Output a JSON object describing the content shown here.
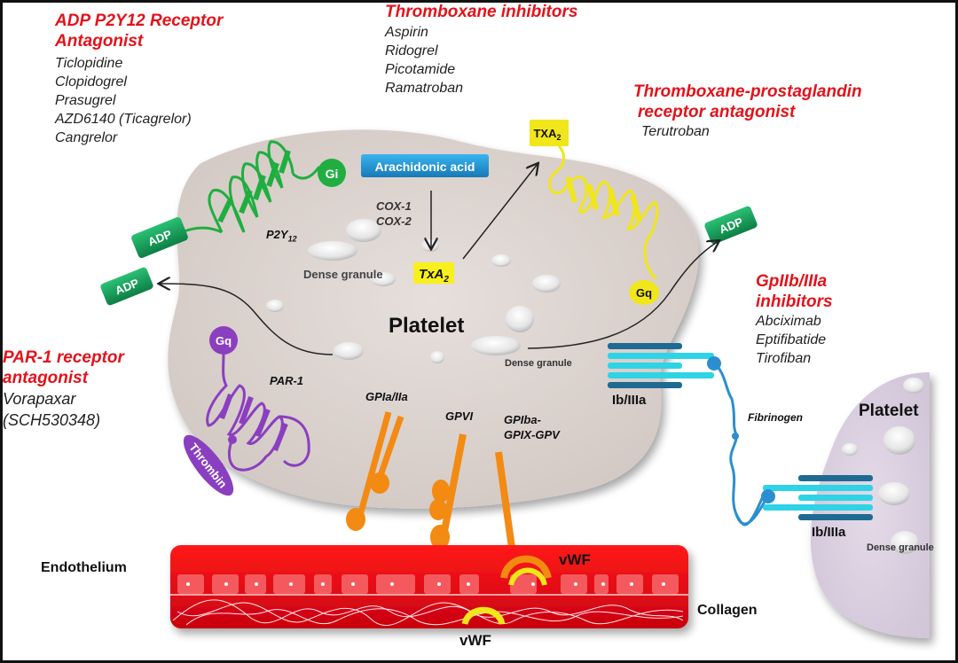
{
  "drug_classes": {
    "p2y12": {
      "title_line1": "ADP P2Y12 Receptor",
      "title_line2": "Antagonist",
      "drugs": [
        "Ticlopidine",
        "Clopidogrel",
        "Prasugrel",
        "AZD6140 (Ticagrelor)",
        "Cangrelor"
      ]
    },
    "thromboxane": {
      "title": "Thromboxane inhibitors",
      "drugs": [
        "Aspirin",
        "Ridogrel",
        "Picotamide",
        "Ramatroban"
      ]
    },
    "tp_receptor": {
      "title_line1": "Thromboxane-prostaglandin",
      "title_line2": "receptor antagonist",
      "drugs": [
        "Terutroban"
      ]
    },
    "gp2b3a": {
      "title_line1": "GpIIb/IIIa",
      "title_line2": "inhibitors",
      "drugs": [
        "Abciximab",
        "Eptifibatide",
        "Tirofiban"
      ]
    },
    "par1": {
      "title_line1": "PAR-1  receptor",
      "title_line2": "antagonist",
      "drugs": [
        "Vorapaxar",
        "(SCH530348)"
      ]
    }
  },
  "labels": {
    "arachidonic_acid": "Arachidonic acid",
    "cox1": "COX-1",
    "cox2": "COX-2",
    "txa2_inner": "TxA",
    "txa2_inner_sub": "2",
    "txa2_outer": "TXA",
    "txa2_outer_sub": "2",
    "gi": "Gi",
    "gq_tp": "Gq",
    "gq_par": "Gq",
    "adp": "ADP",
    "p2y12": "P2Y",
    "p2y12_sub": "12",
    "dense_granule": "Dense granule",
    "platelet_main": "Platelet",
    "platelet_second": "Platelet",
    "par1": "PAR-1",
    "thrombin": "Thrombin",
    "gp1a2a": "GPIa/IIa",
    "gpvi": "GPVI",
    "gp1b_line1": "GPIba-",
    "gp1b_line2": "GPIX-GPV",
    "ib3a": "Ib/IIIa",
    "fibrinogen": "Fibrinogen",
    "endothelium": "Endothelium",
    "collagen": "Collagen",
    "vwf": "vWF"
  },
  "colors": {
    "title_red": "#e3131b",
    "platelet_fill": "#ddd5d1",
    "platelet2_fill": "#dcd3e0",
    "p2y12_green": "#1fae3f",
    "adp_green": "#139a55",
    "tp_yellow": "#f0e61a",
    "par_purple": "#8a3fc0",
    "gp_orange": "#f38a12",
    "integrin_dark": "#1f6a92",
    "integrin_light": "#2fd3e6",
    "vessel_red": "#e3000f",
    "arachidonic_blue": "#1e93d6"
  }
}
